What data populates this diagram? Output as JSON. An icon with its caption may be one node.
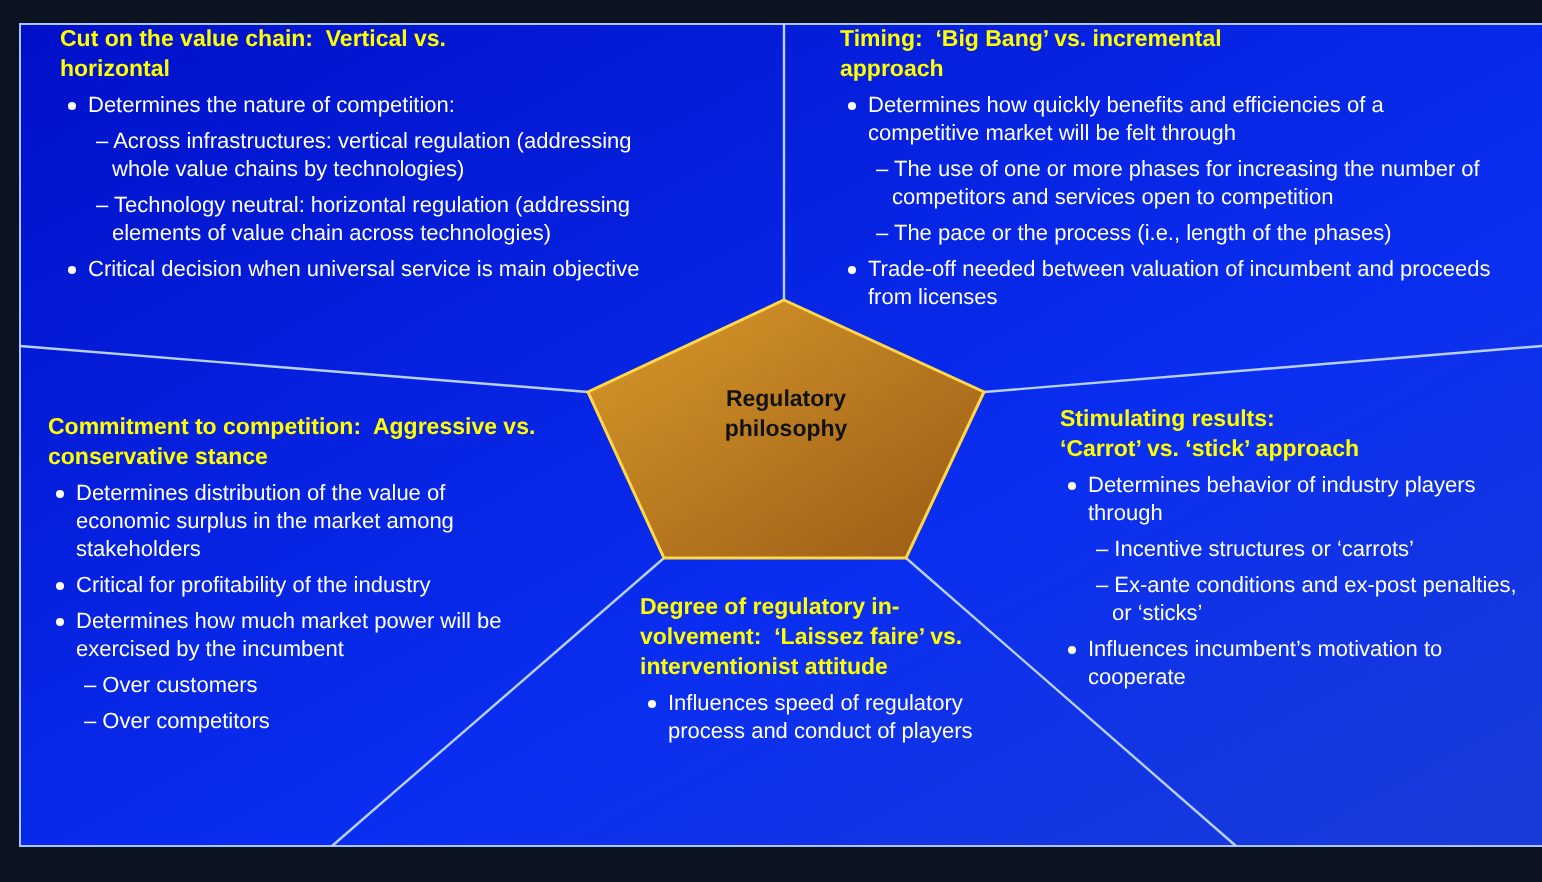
{
  "diagram": {
    "nodes": [
      {
        "text": [
          "Cut on the value chain:  Vertical vs. horizontal",
          "Determines the nature of competition:",
          "– Across infrastructures: vertical regulation (addressing whole value chains by technologies)",
          "– Technology neutral: horizontal regulation (addressing elements of value chain across technologies)",
          "Critical decision when universal service is main objective"
        ]
      },
      {
        "text": [
          "Timing:  ‘Big Bang’ vs. incremental approach",
          "Determines how quickly benefits and efficiencies of a competitive market will be felt through",
          "– The use of one or more phases for increasing the number of competitors and services open to competition",
          "– The pace or the process (i.e., length of the phases)",
          "Trade-off needed between valuation of incumbent and proceeds from licenses"
        ]
      },
      {
        "text": [
          "Regulatory philosophy"
        ]
      },
      {
        "text": [
          "Commitment to competition:  Aggressive vs. conservative stance",
          "Determines distribution of the value of economic surplus in the market among stakeholders",
          "Critical for profitability of the industry",
          "Determines how much market power will be exercised by the incumbent",
          "– Over customers",
          "– Over competitors"
        ]
      },
      {
        "text": [
          "Degree of regulatory in-volvement:  ‘Laissez faire’ vs. interventionist attitude",
          "Influences speed of regulatory process and conduct of players"
        ]
      },
      {
        "text": [
          "Stimulating results: ‘Carrot’ vs. ‘stick’ approach",
          "Determines behavior of industry players through",
          "– Incentive structures or ‘carrots’",
          "– Ex-ante conditions and ex-post penalties, or ‘sticks’",
          "Influences incumbent’s motivation to cooperate"
        ]
      }
    ]
  }
}
